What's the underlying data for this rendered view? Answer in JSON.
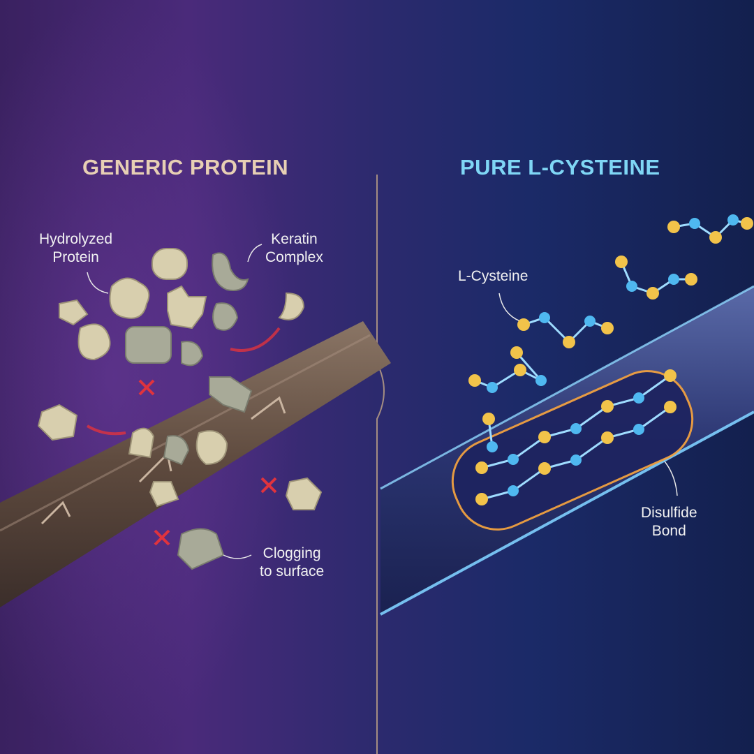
{
  "left_panel": {
    "title": "GENERIC PROTEIN",
    "labels": {
      "hydrolyzed": "Hydrolyzed Protein",
      "hydrolyzed_l1": "Hydrolyzed",
      "hydrolyzed_l2": "Protein",
      "keratin_l1": "Keratin",
      "keratin_l2": "Complex",
      "clogging_l1": "Clogging",
      "clogging_l2": "to surface"
    }
  },
  "right_panel": {
    "title": "PURE L-CYSTEINE",
    "labels": {
      "cysteine": "L-Cysteine",
      "disulfide_l1": "Disulfide",
      "disulfide_l2": "Bond"
    }
  },
  "colors": {
    "left_title": "#e7cfb4",
    "right_title": "#7fd6f5",
    "blocked_x": "#e0333d",
    "atom_gold": "#f2c34a",
    "atom_blue": "#4fb8f0"
  }
}
